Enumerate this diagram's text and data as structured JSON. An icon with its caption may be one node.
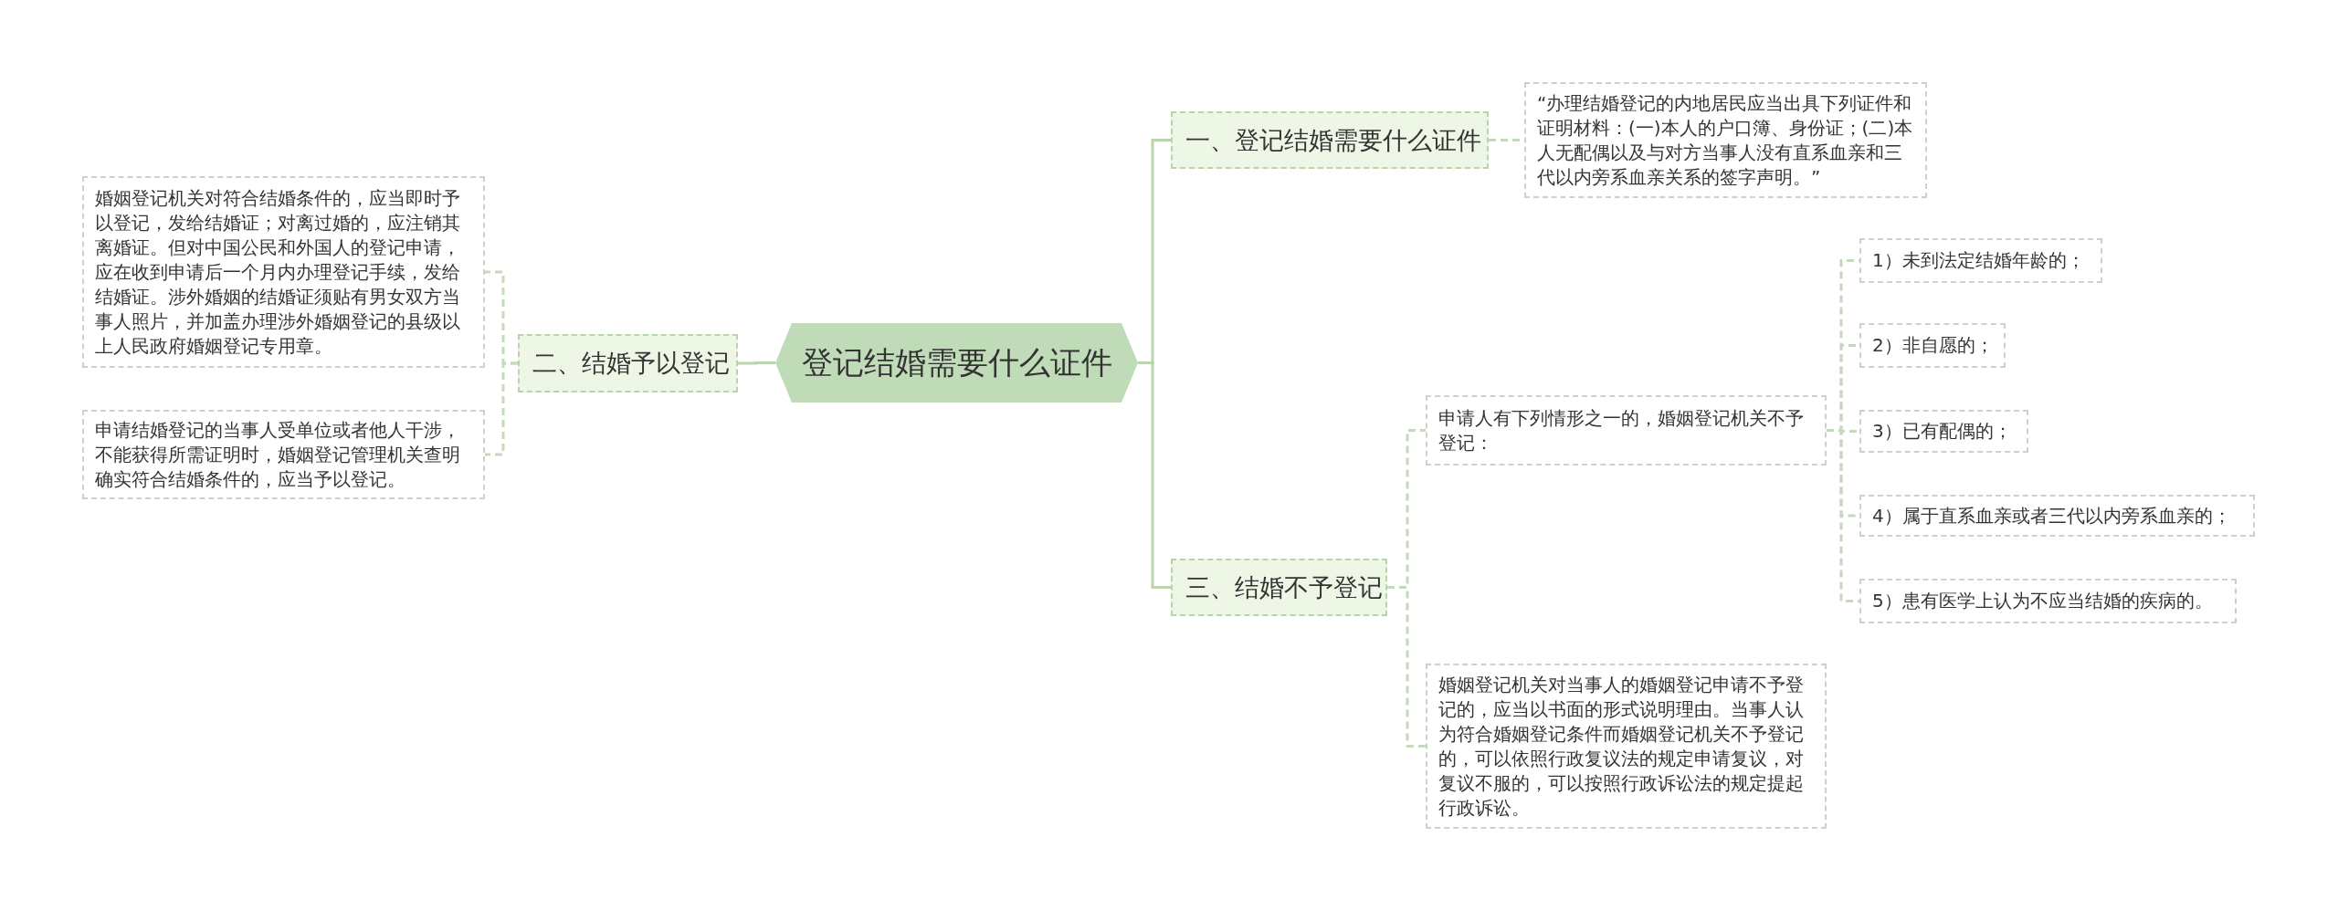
{
  "diagram": {
    "nodes": [
      {
        "text": [
          "登记结婚需要什么证件"
        ]
      },
      {
        "text": [
          "一、登记结婚需要什么证件"
        ]
      },
      {
        "text": [
          "“办理结婚登记的内地居民应当出具下列证件和证明材料：(一)本人的户口簿、身份证；(二)本人无配偶以及与对方当事人没有直系血亲和三代以内旁系血亲关系的签字声明。”"
        ]
      },
      {
        "text": [
          "二、结婚予以登记"
        ]
      },
      {
        "text": [
          "婚姻登记机关对符合结婚条件的，应当即时予以登记，发给结婚证；对离过婚的，应注销其离婚证。但对中国公民和外国人的登记申请，应在收到申请后一个月内办理登记手续，发给结婚证。涉外婚姻的结婚证须贴有男女双方当事人照片，并加盖办理涉外婚姻登记的县级以上人民政府婚姻登记专用章。"
        ]
      },
      {
        "text": [
          "申请结婚登记的当事人受单位或者他人干涉，不能获得所需证明时，婚姻登记管理机关查明确实符合结婚条件的，应当予以登记。"
        ]
      },
      {
        "text": [
          "三、结婚不予登记"
        ]
      },
      {
        "text": [
          "申请人有下列情形之一的，婚姻登记机关不予登记："
        ]
      },
      {
        "text": [
          "1）未到法定结婚年龄的；"
        ]
      },
      {
        "text": [
          "2）非自愿的；"
        ]
      },
      {
        "text": [
          "3）已有配偶的；"
        ]
      },
      {
        "text": [
          "4）属于直系血亲或者三代以内旁系血亲的；"
        ]
      },
      {
        "text": [
          "5）患有医学上认为不应当结婚的疾病的。"
        ]
      },
      {
        "text": [
          "婚姻登记机关对当事人的婚姻登记申请不予登记的，应当以书面的形式说明理由。当事人认为符合婚姻登记条件而婚姻登记机关不予登记的，可以依照行政复议法的规定申请复议，对复议不服的，可以按照行政诉讼法的规定提起行政诉讼。"
        ]
      }
    ],
    "edges": [
      {
        "from": 0,
        "to": 1,
        "arrow": "none"
      },
      {
        "from": 0,
        "to": 3,
        "arrow": "none"
      },
      {
        "from": 0,
        "to": 6,
        "arrow": "none"
      },
      {
        "from": 1,
        "to": 2,
        "arrow": "none",
        "style": "dashed"
      },
      {
        "from": 3,
        "to": 4,
        "arrow": "none",
        "style": "dashed"
      },
      {
        "from": 3,
        "to": 5,
        "arrow": "none",
        "style": "dashed"
      },
      {
        "from": 6,
        "to": 7,
        "arrow": "none",
        "style": "dashed"
      },
      {
        "from": 6,
        "to": 13,
        "arrow": "none",
        "style": "dashed"
      },
      {
        "from": 7,
        "to": 8,
        "arrow": "none",
        "style": "dashed"
      },
      {
        "from": 7,
        "to": 9,
        "arrow": "none",
        "style": "dashed"
      },
      {
        "from": 7,
        "to": 10,
        "arrow": "none",
        "style": "dashed"
      },
      {
        "from": 7,
        "to": 11,
        "arrow": "none",
        "style": "dashed"
      },
      {
        "from": 7,
        "to": 12,
        "arrow": "none",
        "style": "dashed"
      }
    ]
  }
}
